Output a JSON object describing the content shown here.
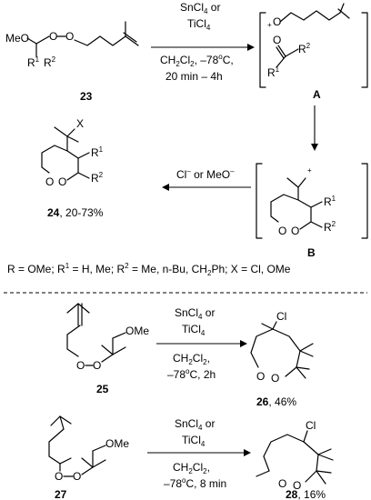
{
  "atoms": {
    "meo": "MeO",
    "ome": "OMe",
    "o": "O",
    "r1": "R",
    "r2": "R",
    "sup1": "1",
    "sup2": "2",
    "x": "X",
    "cl": "Cl",
    "plus": "+"
  },
  "step1": {
    "line1": "SnCl",
    "line1_sub": "4",
    "line1_tail": " or",
    "line2": "TiCl",
    "line2_sub": "4",
    "line3": "CH",
    "line3_sub1": "2",
    "line3_mid": "Cl",
    "line3_sub2": "2",
    "line3_tail": ", –78",
    "line3_sup": "o",
    "line3_end": "C,",
    "line4": "20 min – 4h"
  },
  "step_b": {
    "text": "Cl",
    "sup": "–",
    "mid": " or MeO",
    "sup2": "–"
  },
  "step2": {
    "line1": "SnCl",
    "line1_sub": "4",
    "line1_tail": " or",
    "line2": "TiCl",
    "line2_sub": "4",
    "line3": "CH",
    "line3_sub1": "2",
    "line3_mid": "Cl",
    "line3_sub2": "2",
    "line3_tail": ",",
    "line4": "–78",
    "line4_sup": "o",
    "line4_tail": "C, 2h"
  },
  "step3": {
    "line1": "SnCl",
    "line1_sub": "4",
    "line1_tail": " or",
    "line2": "TiCl",
    "line2_sub": "4",
    "line3": "CH",
    "line3_sub1": "2",
    "line3_mid": "Cl",
    "line3_sub2": "2",
    "line3_tail": ",",
    "line4": "–78",
    "line4_sup": "o",
    "line4_tail": "C, 8 min"
  },
  "compounds": {
    "c23": "23",
    "ca": "A",
    "cb": "B",
    "c24": "24",
    "c24_yield": ", 20-73%",
    "c25": "25",
    "c26": "26",
    "c26_yield": ", 46%",
    "c27": "27",
    "c28": "28",
    "c28_yield": ", 16%"
  },
  "legend": {
    "r": "R = OMe; R",
    "s1": "1",
    "mid1": " = H, Me; R",
    "s2": "2",
    "mid2": " = Me, n-Bu, CH",
    "s3": "2",
    "tail": "Ph; X = Cl, OMe"
  }
}
